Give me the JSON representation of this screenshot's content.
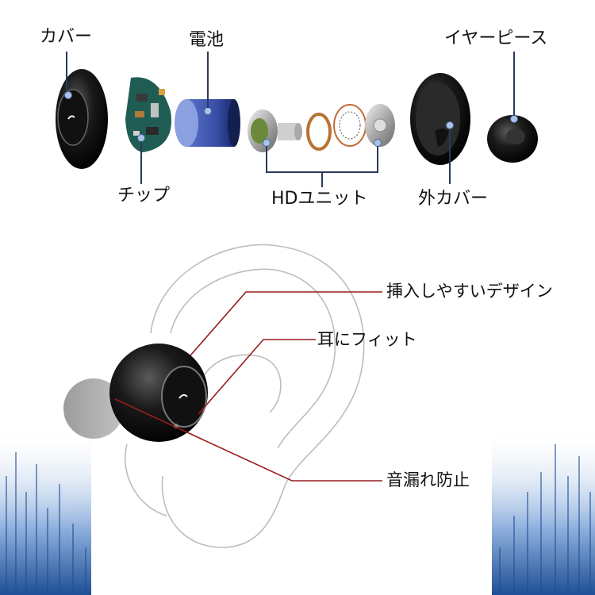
{
  "labels": {
    "cover": "カバー",
    "battery": "電池",
    "ear_piece": "イヤーピース",
    "chip": "チップ",
    "hd_unit": "HDユニット",
    "outer_cover": "外カバー",
    "easy_insert": "挿入しやすいデザイン",
    "ear_fit": "耳にフィット",
    "leak_prevention": "音漏れ防止"
  },
  "colors": {
    "leader_top": "#2a3a5a",
    "leader_bottom": "#9b1b1b",
    "marker": "#a9c3e8",
    "wave": "#3a6fb0"
  }
}
